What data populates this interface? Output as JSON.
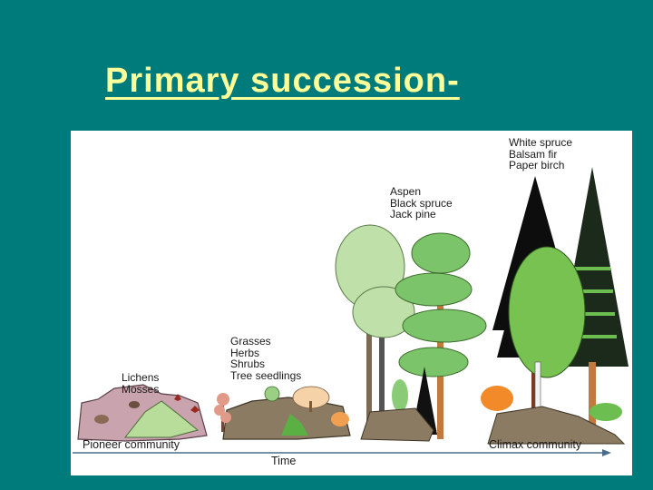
{
  "slide": {
    "title": "Primary succession-",
    "background_color": "#007B7B",
    "title_color": "#FFFF99"
  },
  "diagram": {
    "stage_labels": {
      "pioneer": [
        "Lichens",
        "Mosses"
      ],
      "intermediate": [
        "Grasses",
        "Herbs",
        "Shrubs",
        "Tree seedlings"
      ],
      "early_forest": [
        "Aspen",
        "Black spruce",
        "Jack pine"
      ],
      "climax": [
        "White spruce",
        "Balsam fir",
        "Paper birch"
      ]
    },
    "axis": {
      "start_label": "Pioneer community",
      "end_label": "Climax community",
      "title": "Time",
      "line_color": "#4A6E8A"
    }
  }
}
